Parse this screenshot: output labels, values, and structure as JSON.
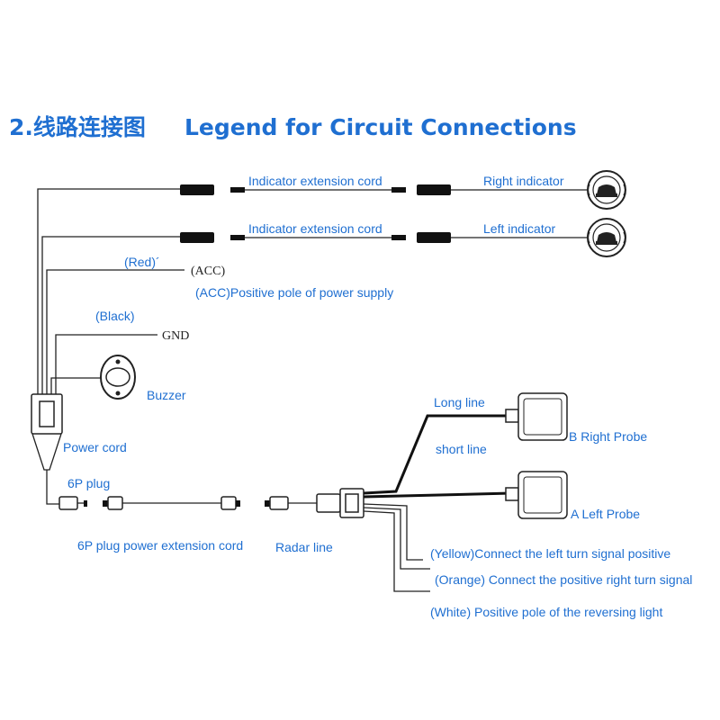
{
  "title_cn": "2.线路连接图",
  "title_en": "Legend for Circuit Connections",
  "labels": {
    "ext_cord_1": "Indicator extension cord",
    "right_indicator": "Right indicator",
    "ext_cord_2": "Indicator extension cord",
    "left_indicator": "Left indicator",
    "red": "(Red)´",
    "acc": "(ACC)",
    "acc_desc": "(ACC)Positive pole of power supply",
    "black": "(Black)",
    "gnd": "GND",
    "buzzer": "Buzzer",
    "power_cord": "Power cord",
    "plug_6p": "6P plug",
    "ext_6p": "6P plug power extension cord",
    "radar_line": "Radar  line",
    "long_line": "Long line",
    "short_line": "short line",
    "b_probe": "B Right Probe",
    "a_probe": "A Left Probe",
    "yellow": "(Yellow)Connect the left turn signal positive",
    "orange": "(Orange) Connect the positive right turn signal",
    "white": "(White) Positive pole of the reversing light"
  }
}
